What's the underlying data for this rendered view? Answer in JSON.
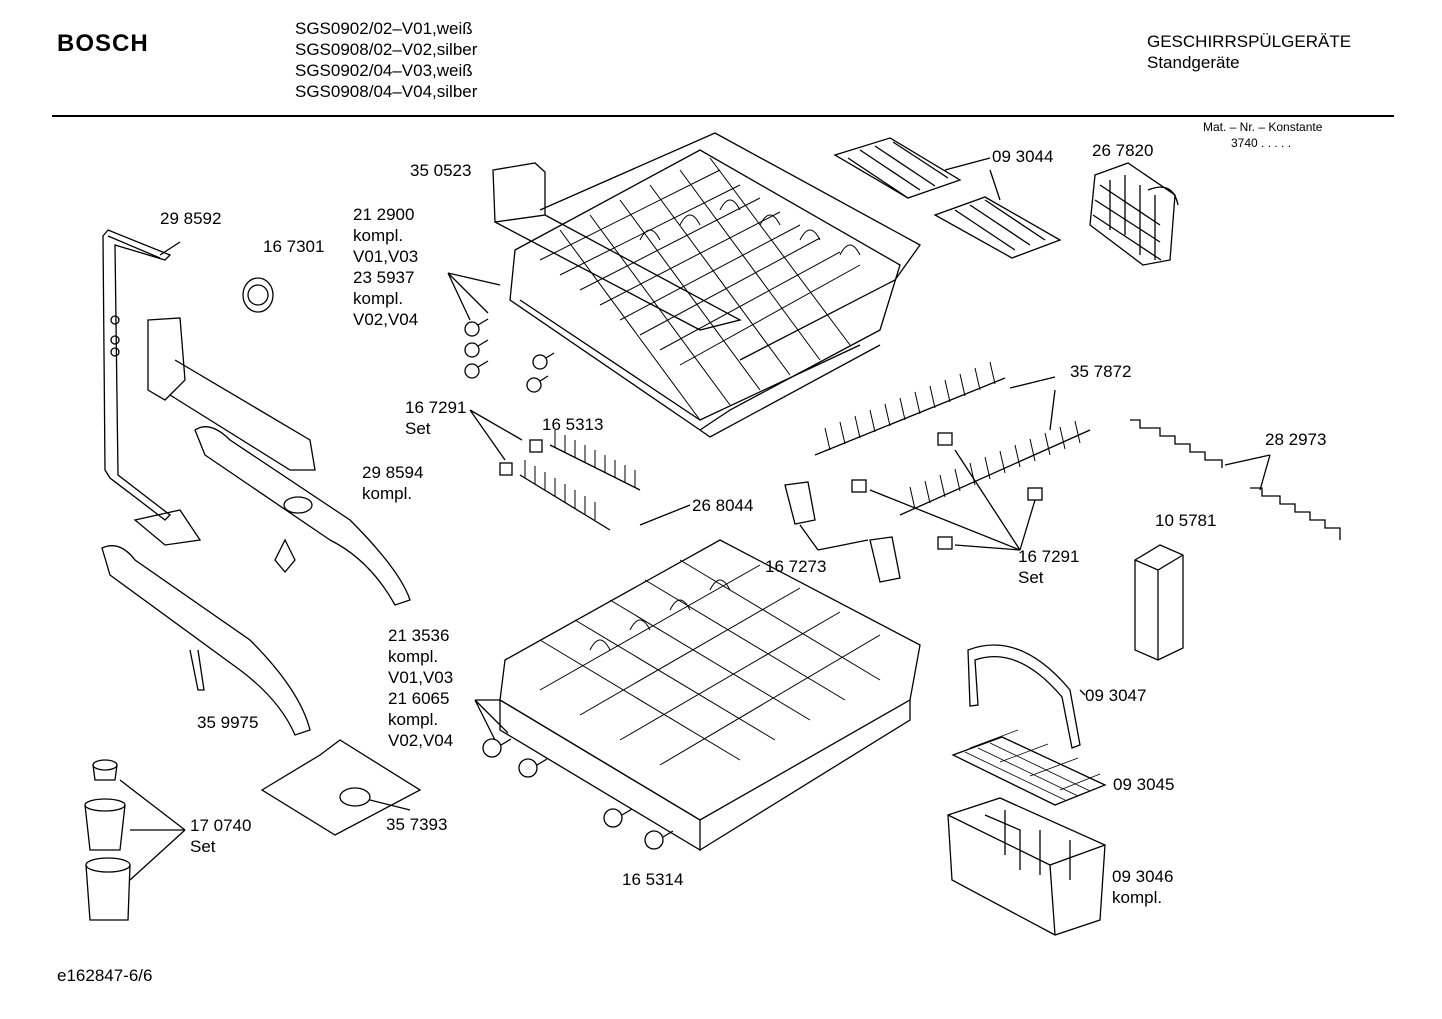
{
  "header": {
    "brand": "BOSCH",
    "models": [
      "SGS0902/02–V01,weiß",
      "SGS0908/02–V02,silber",
      "SGS0902/04–V03,weiß",
      "SGS0908/04–V04,silber"
    ],
    "category": "GESCHIRRSPÜLGERÄTE",
    "subcategory": "Standgeräte",
    "mat_label": "Mat. – Nr. – Konstante",
    "mat_value": "3740  .  .  .  .  ."
  },
  "footer": {
    "doc_id": "e162847-6/6"
  },
  "parts": {
    "p350523": "35 0523",
    "p212900": [
      "21 2900",
      "kompl.",
      "V01,V03",
      "23 5937",
      "kompl.",
      "V02,V04"
    ],
    "p298592": "29 8592",
    "p167301": "16 7301",
    "p093044": "09 3044",
    "p267820": "26 7820",
    "p167291a": [
      "16 7291",
      "Set"
    ],
    "p165313": "16 5313",
    "p357872": "35 7872",
    "p282973": "28 2973",
    "p298594": [
      "29 8594",
      "kompl."
    ],
    "p268044": "26 8044",
    "p105781": "10 5781",
    "p167273": "16 7273",
    "p167291b": [
      "16 7291",
      "Set"
    ],
    "p213536": [
      "21 3536",
      "kompl.",
      "V01,V03",
      "21 6065",
      "kompl.",
      "V02,V04"
    ],
    "p093047": "09 3047",
    "p359975": "35 9975",
    "p093045": "09 3045",
    "p170740": [
      "17 0740",
      "Set"
    ],
    "p357393": "35 7393",
    "p093046": [
      "09 3046",
      "kompl."
    ],
    "p165314": "16 5314"
  }
}
